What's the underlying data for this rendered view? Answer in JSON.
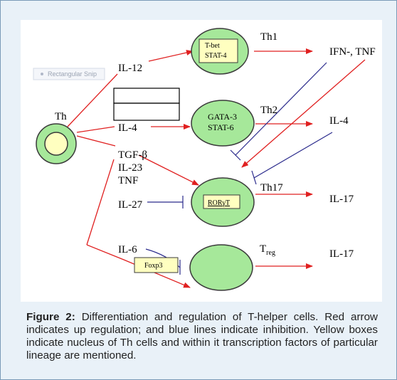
{
  "diagram": {
    "snip_label": "Rectangular Snip",
    "th_label": "Th",
    "cytokines": {
      "il12": "IL-12",
      "il4": "IL-4",
      "tgfb": "TGF-β",
      "il23": "IL-23",
      "tnf": "TNF",
      "il27": "IL-27",
      "il6": "IL-6"
    },
    "factors": {
      "tbet": "T-bet",
      "stat4": "STAT-4",
      "gata3": "GATA-3",
      "stat6": "STAT-6",
      "rorgt": "RORγT",
      "foxp3": "Foxp3"
    },
    "subsets": {
      "th1": "Th1",
      "th2": "Th2",
      "th17": "Th17",
      "treg_main": "T",
      "treg_sub": "reg"
    },
    "outputs": {
      "th1_out": "IFN-, TNF",
      "th2_out": "IL-4",
      "th17_out": "IL-17",
      "treg_out": "IL-17"
    },
    "colors": {
      "activation": "#e02020",
      "inhibition": "#2a2a8c",
      "cell_fill": "#a6e89a",
      "nucleus_fill": "#ffffc0"
    }
  },
  "caption": {
    "label": "Figure 2:",
    "text": "Differentiation and regulation of T-helper cells. Red arrow indicates up regulation; and blue lines indicate inhibition. Yellow boxes indicate nucleus of Th cells and within it transcription factors of particular lineage are mentioned."
  }
}
